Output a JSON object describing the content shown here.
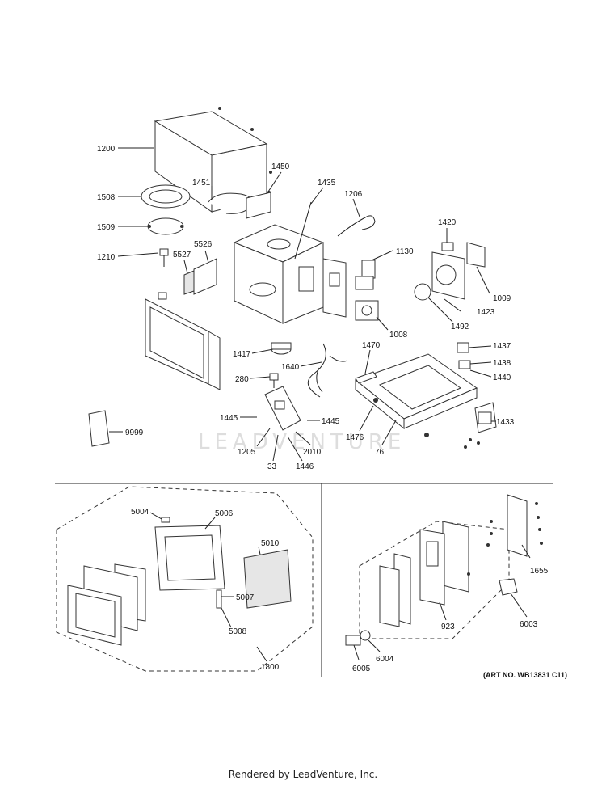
{
  "watermark": "LEADVENTURE",
  "art_no": "(ART NO. WB13831 C11)",
  "footer": "Rendered by LeadVenture, Inc.",
  "callouts": {
    "c1200": "1200",
    "c1451": "1451",
    "c1450": "1450",
    "c1435": "1435",
    "c1206": "1206",
    "c1508": "1508",
    "c1509": "1509",
    "c1420": "1420",
    "c5526": "5526",
    "c1210": "1210",
    "c5527": "5527",
    "c1130": "1130",
    "c1009": "1009",
    "c1423": "1423",
    "c1008": "1008",
    "c1492": "1492",
    "c1470": "1470",
    "c1437": "1437",
    "c1417": "1417",
    "c1640": "1640",
    "c1438": "1438",
    "c1440": "1440",
    "c280": "280",
    "c1445a": "1445",
    "c1445b": "1445",
    "c1433": "1433",
    "c9999": "9999",
    "c1476": "1476",
    "c1205": "1205",
    "c2010": "2010",
    "c76": "76",
    "c33": "33",
    "c1446": "1446",
    "c5004": "5004",
    "c5006": "5006",
    "c5010": "5010",
    "c5007": "5007",
    "c5008": "5008",
    "c1800": "1800",
    "c1655": "1655",
    "c6003": "6003",
    "c923": "923",
    "c6004": "6004",
    "c6005": "6005"
  }
}
